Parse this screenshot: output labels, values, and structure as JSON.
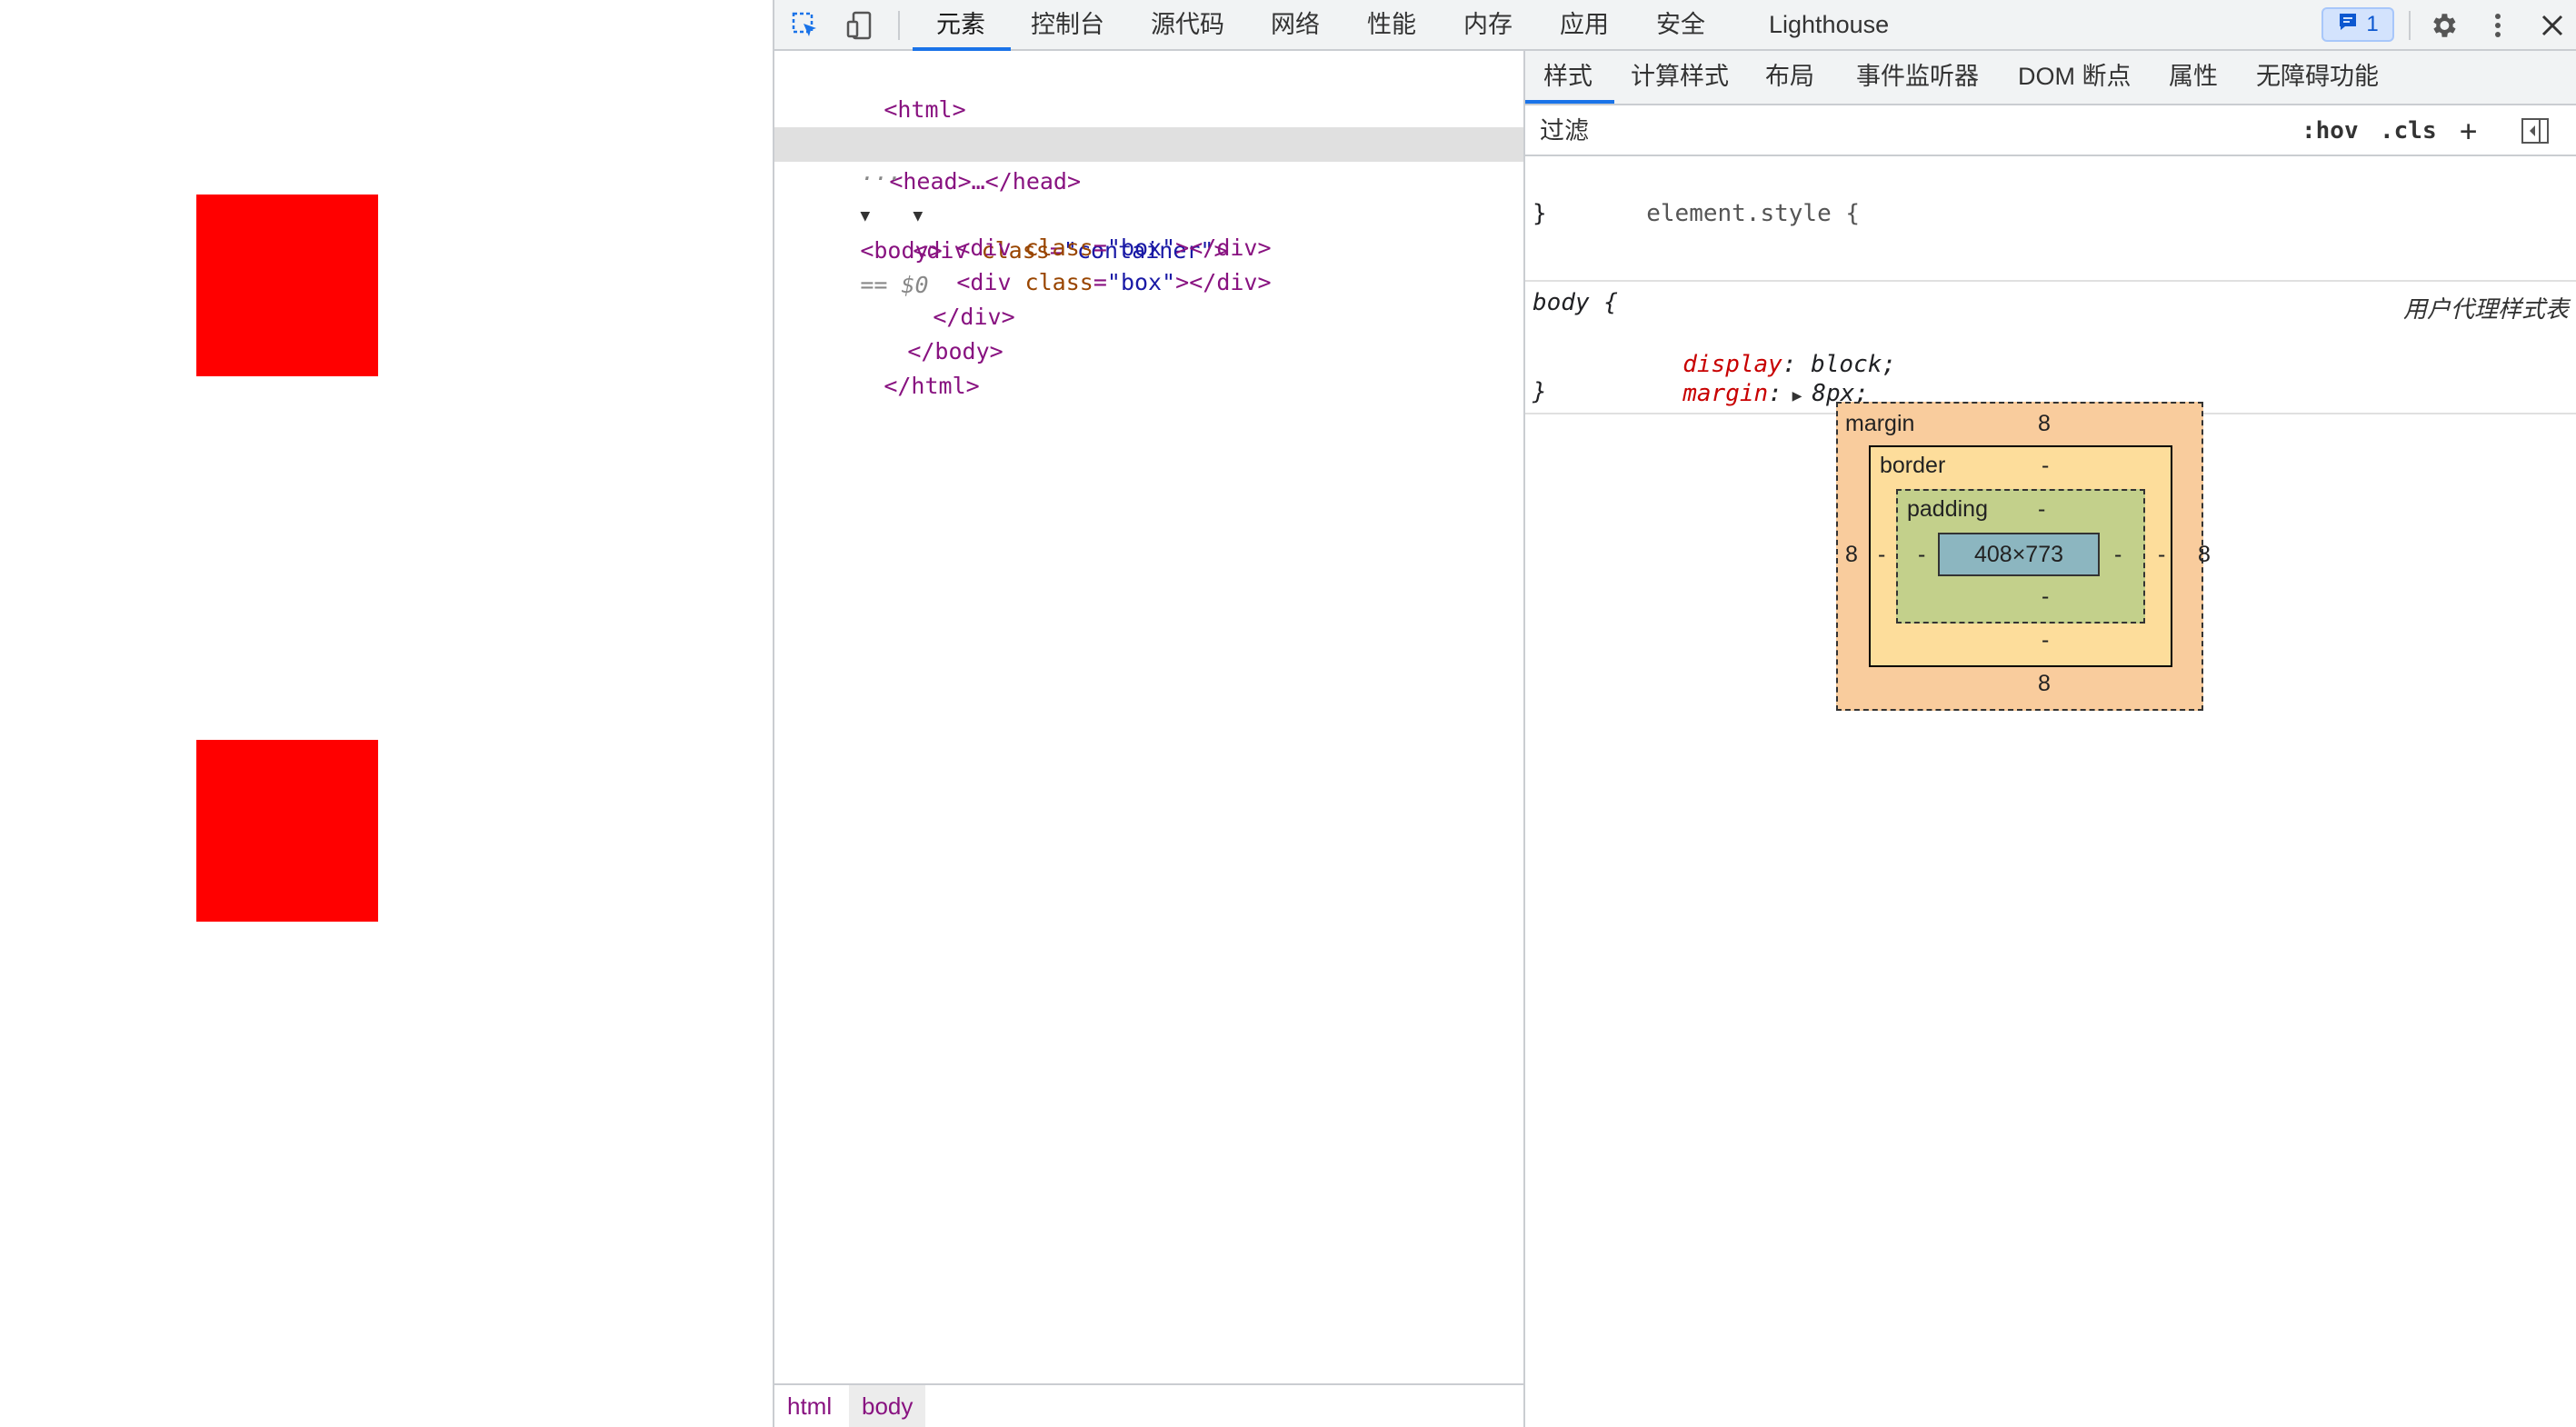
{
  "page": {
    "boxes": [
      {
        "color": "#ff0000"
      },
      {
        "color": "#ff0000"
      }
    ]
  },
  "toolbar": {
    "tabs": [
      "元素",
      "控制台",
      "源代码",
      "网络",
      "性能",
      "内存",
      "应用",
      "安全",
      "Lighthouse"
    ],
    "active_tab": "元素",
    "issues_count": "1",
    "icons": [
      "inspect-icon",
      "device-toggle-icon",
      "issues-icon",
      "gear-icon",
      "more-vertical-icon",
      "close-icon"
    ]
  },
  "elements": {
    "lines": {
      "html_open": "<html>",
      "head": "<head>…</head>",
      "body_open": "<body>",
      "body_marker": "== $0",
      "ellipsis": "···",
      "div_container_tag": "<div ",
      "div_container_attr": "class",
      "div_container_val": "\"container\"",
      "div_container_close": ">",
      "box_tag": "<div ",
      "box_attr": "class",
      "box_val": "\"box\"",
      "box_close": "></div>",
      "div_end": "</div>",
      "body_end": "</body>",
      "html_end": "</html>"
    },
    "breadcrumbs": [
      "html",
      "body"
    ]
  },
  "styles": {
    "subtabs": [
      "样式",
      "计算样式",
      "布局",
      "事件监听器",
      "DOM 断点",
      "属性",
      "无障碍功能"
    ],
    "active_subtab": "样式",
    "filter_placeholder": "过滤",
    "hov_label": ":hov",
    "cls_label": ".cls",
    "element_style": "element.style {",
    "close_brace": "}",
    "body_selector": "body {",
    "user_agent_label": "用户代理样式表",
    "properties": [
      {
        "name": "display",
        "value": "block;"
      },
      {
        "name": "margin",
        "value": "8px;"
      }
    ]
  },
  "box_model": {
    "margin_label": "margin",
    "border_label": "border",
    "padding_label": "padding",
    "margin": {
      "top": "8",
      "right": "8",
      "bottom": "8",
      "left": "8"
    },
    "border": {
      "top": "-",
      "right": "-",
      "bottom": "-",
      "left": "-"
    },
    "padding": {
      "top": "-",
      "right": "-",
      "bottom": "-",
      "left": "-"
    },
    "content": "408×773",
    "colors": {
      "margin": "#f9cc9d",
      "border": "#fddd9b",
      "padding": "#c3d08b",
      "content": "#8cb6c0"
    }
  }
}
